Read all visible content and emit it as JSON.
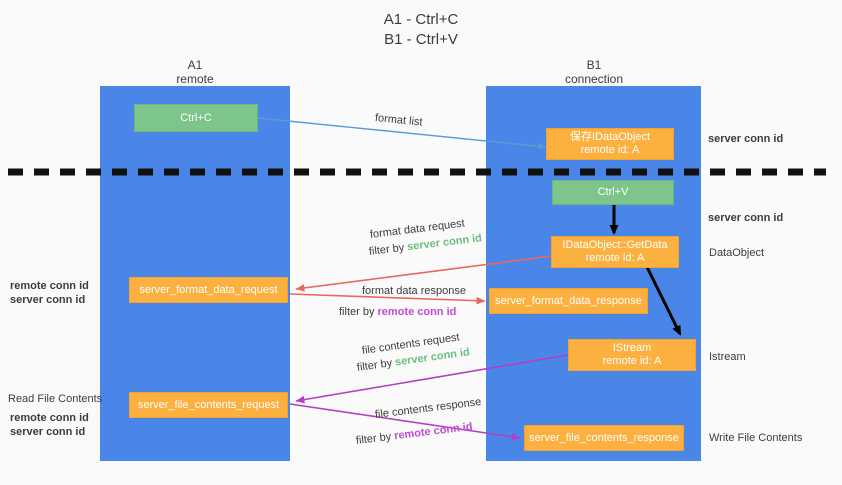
{
  "title": {
    "line1": "A1 - Ctrl+C",
    "line2": "B1 - Ctrl+V"
  },
  "columns": [
    {
      "name": "A1",
      "sub": "remote"
    },
    {
      "name": "B1",
      "sub": "connection"
    }
  ],
  "nodes": {
    "ctrl_c": {
      "label": "Ctrl+C"
    },
    "ctrl_v": {
      "label": "Ctrl+V"
    },
    "save_dataobject": {
      "line1": "保存IDataObject",
      "line2": "remote id: A"
    },
    "getdata": {
      "line1": "IDataObject::GetData",
      "line2": "remote id: A"
    },
    "istream": {
      "line1": "IStream",
      "line2": "remote id: A"
    },
    "server_format_data_request": {
      "label": "server_format_data_request"
    },
    "server_format_data_response": {
      "label": "server_format_data_response"
    },
    "server_file_contents_request": {
      "label": "server_file_contents_request"
    },
    "server_file_contents_response": {
      "label": "server_file_contents_response"
    }
  },
  "edge_labels": {
    "format_list": "format list",
    "format_data_request": "format data request",
    "format_data_request_filter_prefix": "filter by ",
    "format_data_request_filter_key": "server conn id",
    "format_data_response": "format data response",
    "format_data_response_filter_prefix": "filter by ",
    "format_data_response_filter_key": "remote conn id",
    "file_contents_request": "file contents request",
    "file_contents_request_filter_prefix": "filter by ",
    "file_contents_request_filter_key": "server conn id",
    "file_contents_response": "file contents response",
    "file_contents_response_filter_prefix": "filter by ",
    "file_contents_response_filter_key": "remote conn id"
  },
  "right_labels": {
    "server_conn_id_top": "server conn id",
    "server_conn_id_second": "server conn id",
    "dataobject": "DataObject",
    "istream": "Istream",
    "write_file_contents": "Write File Contents"
  },
  "left_labels": {
    "remote_conn_id_1": "remote conn id",
    "server_conn_id_1": "server conn id",
    "read_file_contents": "Read File Contents",
    "remote_conn_id_2": "remote conn id",
    "server_conn_id_2": "server conn id"
  },
  "colors": {
    "lane": "#4a86e8",
    "green_node": "#7dc58b",
    "orange_node": "#fbb040",
    "arrow_blue": "#5b9bd5",
    "arrow_red": "#e8685f",
    "arrow_purple": "#b33fc4",
    "arrow_black": "#000000",
    "green_text": "#69c07c",
    "purple_text": "#c14bd4",
    "background": "#fafafa"
  }
}
